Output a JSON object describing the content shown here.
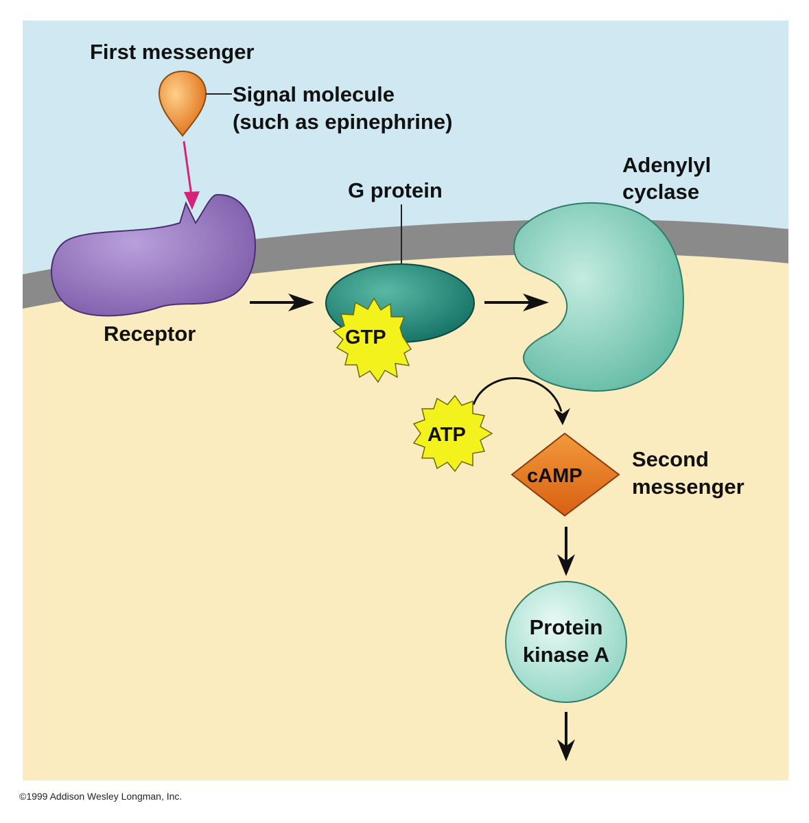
{
  "labels": {
    "first_messenger": "First messenger",
    "signal_molecule_line1": "Signal molecule",
    "signal_molecule_line2": "(such as epinephrine)",
    "g_protein": "G protein",
    "adenylyl_line1": "Adenylyl",
    "adenylyl_line2": "cyclase",
    "receptor": "Receptor",
    "gtp": "GTP",
    "atp": "ATP",
    "camp": "cAMP",
    "second_messenger_line1": "Second",
    "second_messenger_line2": "messenger",
    "pka_line1": "Protein",
    "pka_line2": "kinase A"
  },
  "copyright": "©1999 Addison Wesley Longman, Inc.",
  "colors": {
    "extracellular": "#cfe8f1",
    "cytoplasm": "#fbecc0",
    "membrane": "#8a8a8a",
    "signal_molecule": "#f08a1c",
    "receptor": "#9b7bc6",
    "g_protein": "#1f8a7a",
    "adenylyl_cyclase": "#8fd4c2",
    "starburst": "#f4f21c",
    "camp": "#e8721c",
    "protein_kinase_a": "#bfe9de",
    "pink_arrow": "#d6237a"
  }
}
